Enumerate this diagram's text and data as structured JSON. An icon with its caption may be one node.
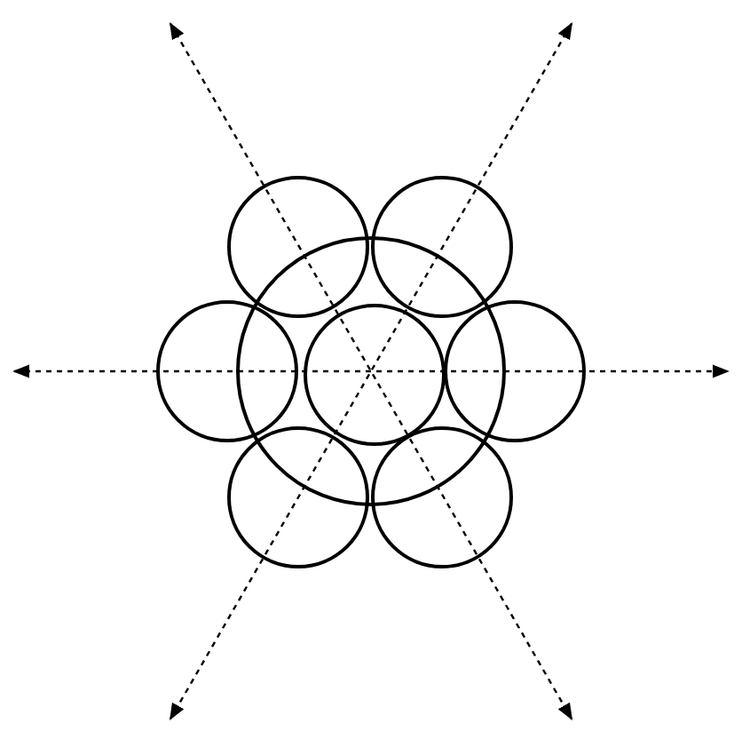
{
  "diagram": {
    "nodes": [
      {
        "text": [],
        "shape": "circle"
      },
      {
        "text": [],
        "shape": "circle",
        "in": 0
      },
      {
        "text": [],
        "shape": "circle"
      },
      {
        "text": [],
        "shape": "circle"
      },
      {
        "text": [],
        "shape": "circle"
      },
      {
        "text": [],
        "shape": "circle"
      },
      {
        "text": [],
        "shape": "circle"
      },
      {
        "text": [],
        "shape": "circle"
      }
    ]
  }
}
